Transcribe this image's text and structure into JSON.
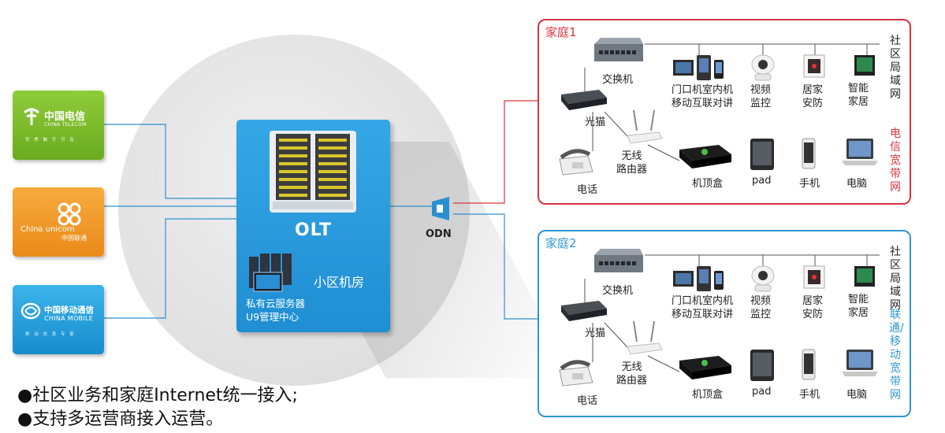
{
  "carriers": [
    {
      "id": "telecom",
      "name_cn": "中国电信",
      "name_en": "CHINA TELECOM",
      "slogan": "世 界 触 手 可 及",
      "color": "#7cbd2b",
      "dark": "#5c9a17"
    },
    {
      "id": "unicom",
      "name_en": "China unicom",
      "name_cn": "中国联通",
      "color": "#f29b2b",
      "dark": "#d77a10"
    },
    {
      "id": "mobile",
      "name_cn": "中国移动通信",
      "name_en": "CHINA MOBILE",
      "slogan": "移 动 信 息 专 家",
      "color": "#2aa7e2",
      "dark": "#0f86c6"
    }
  ],
  "center": {
    "olt_label": "OLT",
    "room_label": "小区机房",
    "server_line1": "私有云服务器",
    "server_line2": "U9管理中心"
  },
  "odn_label": "ODN",
  "homes": [
    {
      "title": "家庭1",
      "accent": "#d9343e",
      "side_label": "社区局域网",
      "broadband_label": "电信宽带网",
      "broadband_color": "#d9343e",
      "devices": {
        "switch": "交换机",
        "door_line1": "门口机室内机",
        "door_line2": "移动互联对讲",
        "camera_line1": "视频",
        "camera_line2": "监控",
        "security_line1": "居家",
        "security_line2": "安防",
        "smart_line1": "智能",
        "smart_line2": "家居",
        "modem": "光猫",
        "router_line1": "无线",
        "router_line2": "路由器",
        "phone": "电话",
        "stb": "机顶盒",
        "pad": "pad",
        "mobile": "手机",
        "pc": "电脑"
      }
    },
    {
      "title": "家庭2",
      "accent": "#2f97cf",
      "side_label": "社区局域网",
      "broadband_label": "联通/移动宽带网",
      "broadband_color": "#2f97cf",
      "devices": {
        "switch": "交换机",
        "door_line1": "门口机室内机",
        "door_line2": "移动互联对讲",
        "camera_line1": "视频",
        "camera_line2": "监控",
        "security_line1": "居家",
        "security_line2": "安防",
        "smart_line1": "智能",
        "smart_line2": "家居",
        "modem": "光猫",
        "router_line1": "无线",
        "router_line2": "路由器",
        "phone": "电话",
        "stb": "机顶盒",
        "pad": "pad",
        "mobile": "手机",
        "pc": "电脑"
      }
    }
  ],
  "bullets": [
    "●社区业务和家庭Internet统一接入;",
    "●支持多运营商接入运营。"
  ],
  "colors": {
    "olt_panel": "#2b9cdc",
    "circle": "#e2e2e2",
    "red": "#d9343e",
    "blue": "#2f97cf"
  }
}
